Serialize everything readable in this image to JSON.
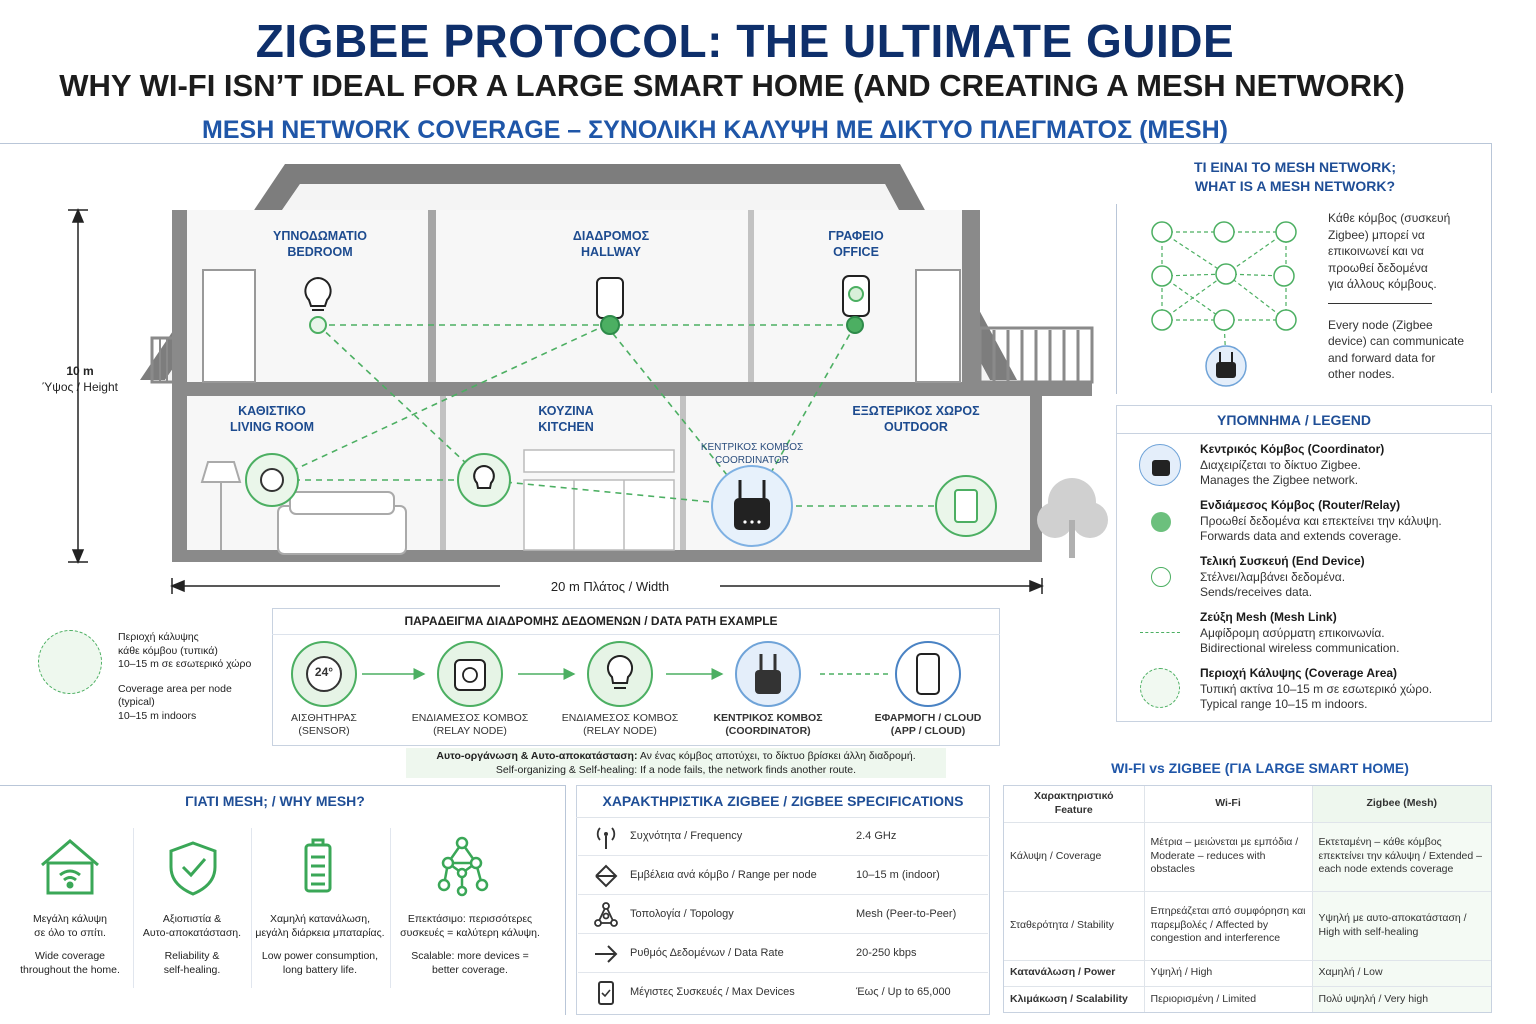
{
  "header": {
    "title": "ZIGBEE PROTOCOL: THE ULTIMATE GUIDE",
    "subtitle": "WHY WI-FI ISN’T IDEAL FOR A LARGE SMART HOME (AND CREATING A MESH NETWORK)",
    "section": "MESH NETWORK COVERAGE – ΣΥΝΟΛΙΚΗ ΚΑΛΥΨΗ ΜΕ ΔΙΚΤΥΟ ΠΛΕΓΜΑΤΟΣ (MESH)"
  },
  "house": {
    "height_label": "10 m",
    "height_sub": "Ύψος / Height",
    "width_label": "20 m Πλάτος / Width",
    "rooms": {
      "bedroom": [
        "ΥΠΝΟΔΩΜΑΤΙΟ",
        "BEDROOM"
      ],
      "hallway": [
        "ΔΙΑΔΡΟΜΟΣ",
        "HALLWAY"
      ],
      "office": [
        "ΓΡΑΦΕΙΟ",
        "OFFICE"
      ],
      "living": [
        "ΚΑΘΙΣΤΙΚΟ",
        "LIVING ROOM"
      ],
      "kitchen": [
        "ΚΟΥΖΙΝΑ",
        "KITCHEN"
      ],
      "outdoor": [
        "ΕΞΩΤΕΡΙΚΟΣ ΧΩΡΟΣ",
        "OUTDOOR"
      ]
    },
    "coordinator": [
      "ΚΕΝΤΡΙΚΟΣ ΚΟΜΒΟΣ",
      "COORDINATOR"
    ]
  },
  "coverage_note": {
    "gr": [
      "Περιοχή κάλυψης",
      "κάθε κόμβου (τυπικά)",
      "10–15 m σε εσωτερικό χώρο"
    ],
    "en": [
      "Coverage area per node",
      "(typical)",
      "10–15 m indoors"
    ]
  },
  "data_path": {
    "title": "ΠΑΡΑΔΕΙΓΜΑ ΔΙΑΔΡΟΜΗΣ ΔΕΔΟΜΕΝΩΝ / DATA PATH EXAMPLE",
    "sensor_text": "24°",
    "steps": [
      {
        "gr": "ΑΙΣΘΗΤΗΡΑΣ",
        "en": "(SENSOR)"
      },
      {
        "gr": "ΕΝΔΙΑΜΕΣΟΣ ΚΟΜΒΟΣ",
        "en": "(RELAY NODE)"
      },
      {
        "gr": "ΕΝΔΙΑΜΕΣΟΣ ΚΟΜΒΟΣ",
        "en": "(RELAY NODE)"
      },
      {
        "gr": "ΚΕΝΤΡΙΚΟΣ ΚΟΜΒΟΣ",
        "en": "(COORDINATOR)"
      },
      {
        "gr": "ΕΦΑΡΜΟΓΗ / CLOUD",
        "en": "(APP / CLOUD)"
      }
    ],
    "note_gr_bold": "Αυτο-οργάνωση & Αυτο-αποκατάσταση:",
    "note_gr": "Αν ένας κόμβος αποτύχει, το δίκτυο βρίσκει άλλη διαδρομή.",
    "note_en": "Self-organizing & Self-healing: If a node fails, the network finds another route."
  },
  "mesh_info": {
    "title": [
      "ΤΙ ΕΙΝΑΙ ΤΟ MESH NETWORK;",
      "WHAT IS A MESH NETWORK?"
    ],
    "gr": [
      "Κάθε κόμβος (συσκευή",
      "Zigbee) μπορεί να",
      "επικοινωνεί και να",
      "προωθεί δεδομένα",
      "για άλλους κόμβους."
    ],
    "en": [
      "Every node (Zigbee",
      "device) can communicate",
      "and forward data for",
      "other nodes."
    ]
  },
  "legend": {
    "title": "ΥΠΟΜΝΗΜΑ / LEGEND",
    "items": [
      {
        "name": "Κεντρικός Κόμβος (Coordinator)",
        "gr": "Διαχειρίζεται το δίκτυο Zigbee.",
        "en": "Manages the Zigbee network."
      },
      {
        "name": "Ενδιάμεσος Κόμβος (Router/Relay)",
        "gr": "Προωθεί δεδομένα και επεκτείνει την κάλυψη.",
        "en": "Forwards data and extends coverage."
      },
      {
        "name": "Τελική Συσκευή (End Device)",
        "gr": "Στέλνει/λαμβάνει δεδομένα.",
        "en": "Sends/receives data."
      },
      {
        "name": "Ζεύξη Mesh (Mesh Link)",
        "gr": "Αμφίδρομη ασύρματη επικοινωνία.",
        "en": "Bidirectional wireless communication."
      },
      {
        "name": "Περιοχή Κάλυψης (Coverage Area)",
        "gr": "Τυπική ακτίνα 10–15 m σε εσωτερικό χώρο.",
        "en": "Typical range 10–15 m indoors."
      }
    ]
  },
  "why_mesh": {
    "title": "ΓΙΑΤΙ MESH; / WHY MESH?",
    "items": [
      {
        "gr": [
          "Μεγάλη κάλυψη",
          "σε όλο το σπίτι."
        ],
        "en": [
          "Wide coverage",
          "throughout the home."
        ]
      },
      {
        "gr": [
          "Αξιοπιστία &",
          "Αυτο-αποκατάσταση."
        ],
        "en": [
          "Reliability &",
          "self-healing."
        ]
      },
      {
        "gr": [
          "Χαμηλή κατανάλωση,",
          "μεγάλη διάρκεια μπαταρίας."
        ],
        "en": [
          "Low power consumption,",
          "long battery life."
        ]
      },
      {
        "gr": [
          "Επεκτάσιμο: περισσότερες",
          "συσκευές = καλύτερη κάλυψη."
        ],
        "en": [
          "Scalable: more devices =",
          "better coverage."
        ]
      }
    ]
  },
  "specs": {
    "title": "ΧΑΡΑΚΤΗΡΙΣΤΙΚΑ ZIGBEE / ZIGBEE SPECIFICATIONS",
    "rows": [
      {
        "label": "Συχνότητα / Frequency",
        "value": "2.4 GHz"
      },
      {
        "label": "Εμβέλεια ανά κόμβο / Range per node",
        "value": "10–15 m (indoor)"
      },
      {
        "label": "Τοπολογία / Topology",
        "value": "Mesh (Peer-to-Peer)"
      },
      {
        "label": "Ρυθμός Δεδομένων / Data Rate",
        "value": "20-250 kbps"
      },
      {
        "label": "Μέγιστες Συσκευές / Max Devices",
        "value": "Έως / Up to 65,000"
      }
    ]
  },
  "compare": {
    "title": "WI-FI vs ZIGBEE (ΓΙΑ LARGE SMART HOME)",
    "headers": [
      "Χαρακτηριστικό\nFeature",
      "Wi-Fi",
      "Zigbee (Mesh)"
    ],
    "rows": [
      [
        "Κάλυψη / Coverage",
        "Μέτρια – μειώνεται με εμπόδια / Moderate – reduces with obstacles",
        "Εκτεταμένη – κάθε κόμβος επεκτείνει την κάλυψη / Extended – each node extends coverage"
      ],
      [
        "Σταθερότητα / Stability",
        "Επηρεάζεται από συμφόρηση και παρεμβολές / Affected by congestion and interference",
        "Υψηλή με αυτο-αποκατάσταση / High with self-healing"
      ],
      [
        "Κατανάλωση / Power",
        "Υψηλή / High",
        "Χαμηλή / Low"
      ],
      [
        "Κλιμάκωση / Scalability",
        "Περιορισμένη / Limited",
        "Πολύ υψηλή / Very high"
      ]
    ]
  },
  "colors": {
    "navy": "#0e2f6b",
    "blue": "#1f56a8",
    "green": "#4caf62",
    "greenFill": "#d8efd9"
  }
}
